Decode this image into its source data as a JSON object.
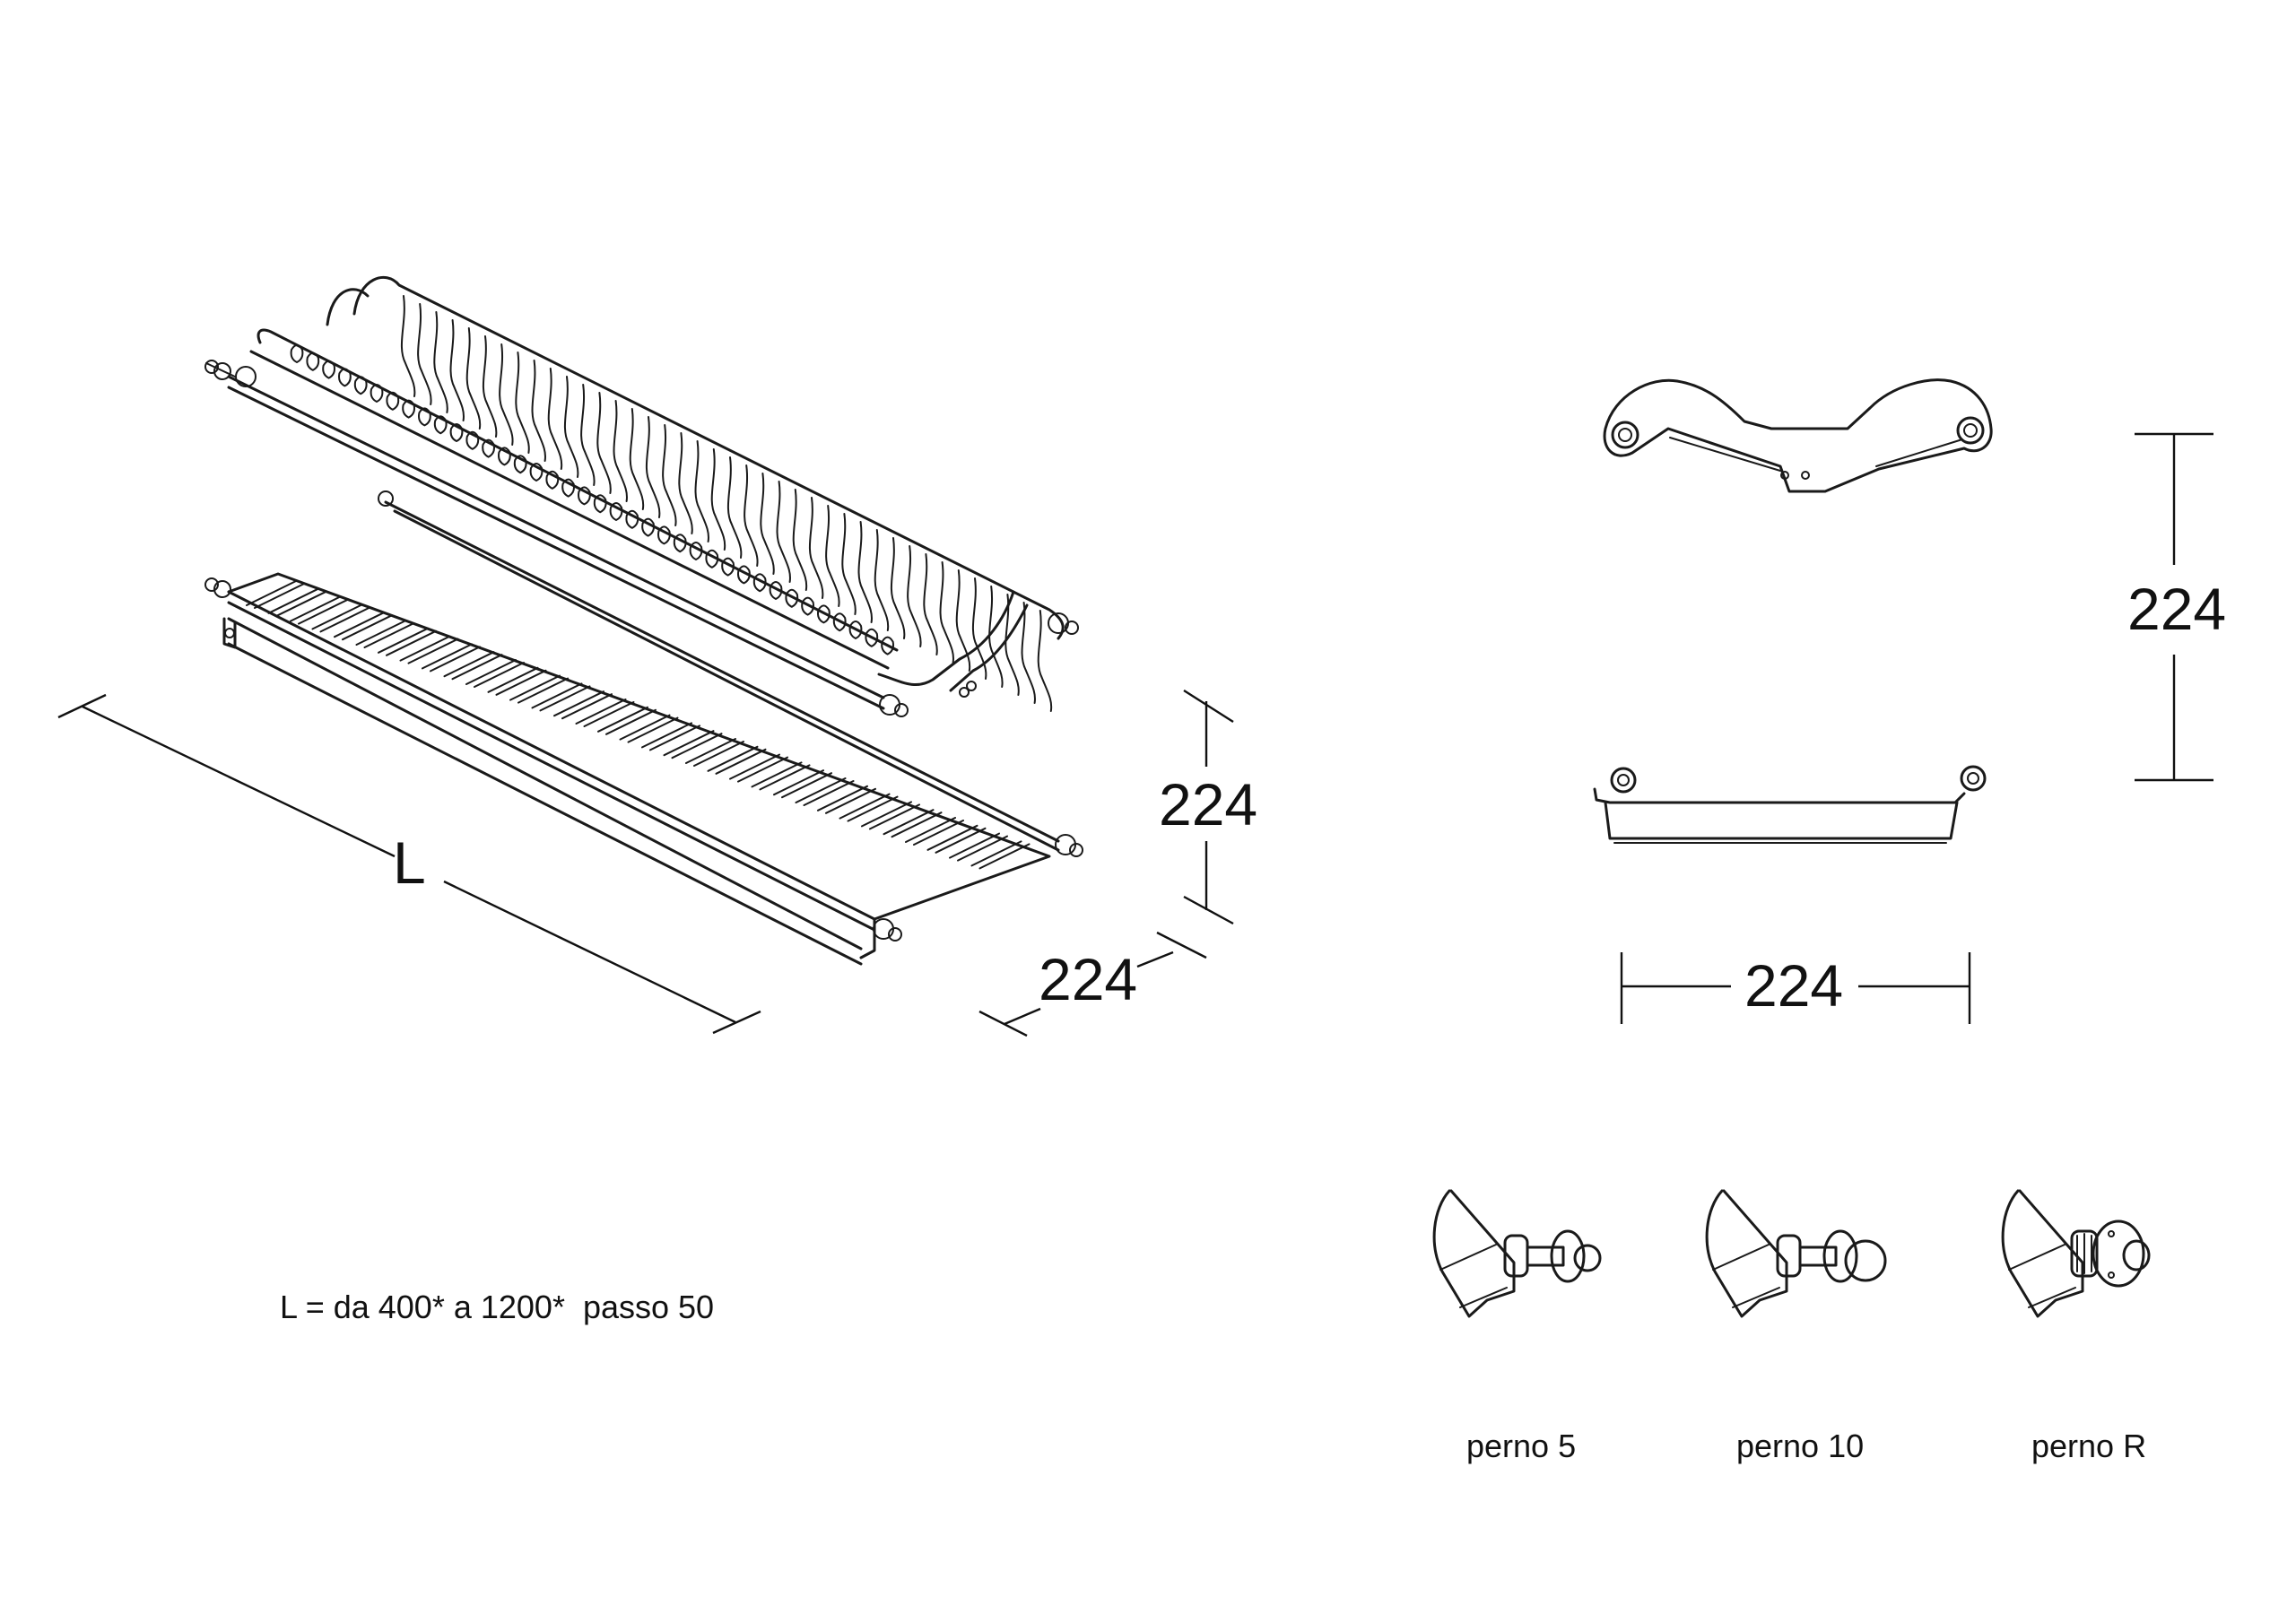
{
  "rack_dimensions": {
    "length_label": "L",
    "height_label": "224",
    "depth_label": "224"
  },
  "side_bracket_dimensions": {
    "height_label": "224",
    "width_label": "224"
  },
  "length_note": "L = da 400* a 1200*  passo 50",
  "pins": [
    {
      "label": "perno 5",
      "icon": "pin-5-icon"
    },
    {
      "label": "perno 10",
      "icon": "pin-10-icon"
    },
    {
      "label": "perno R",
      "icon": "pin-r-icon"
    }
  ]
}
